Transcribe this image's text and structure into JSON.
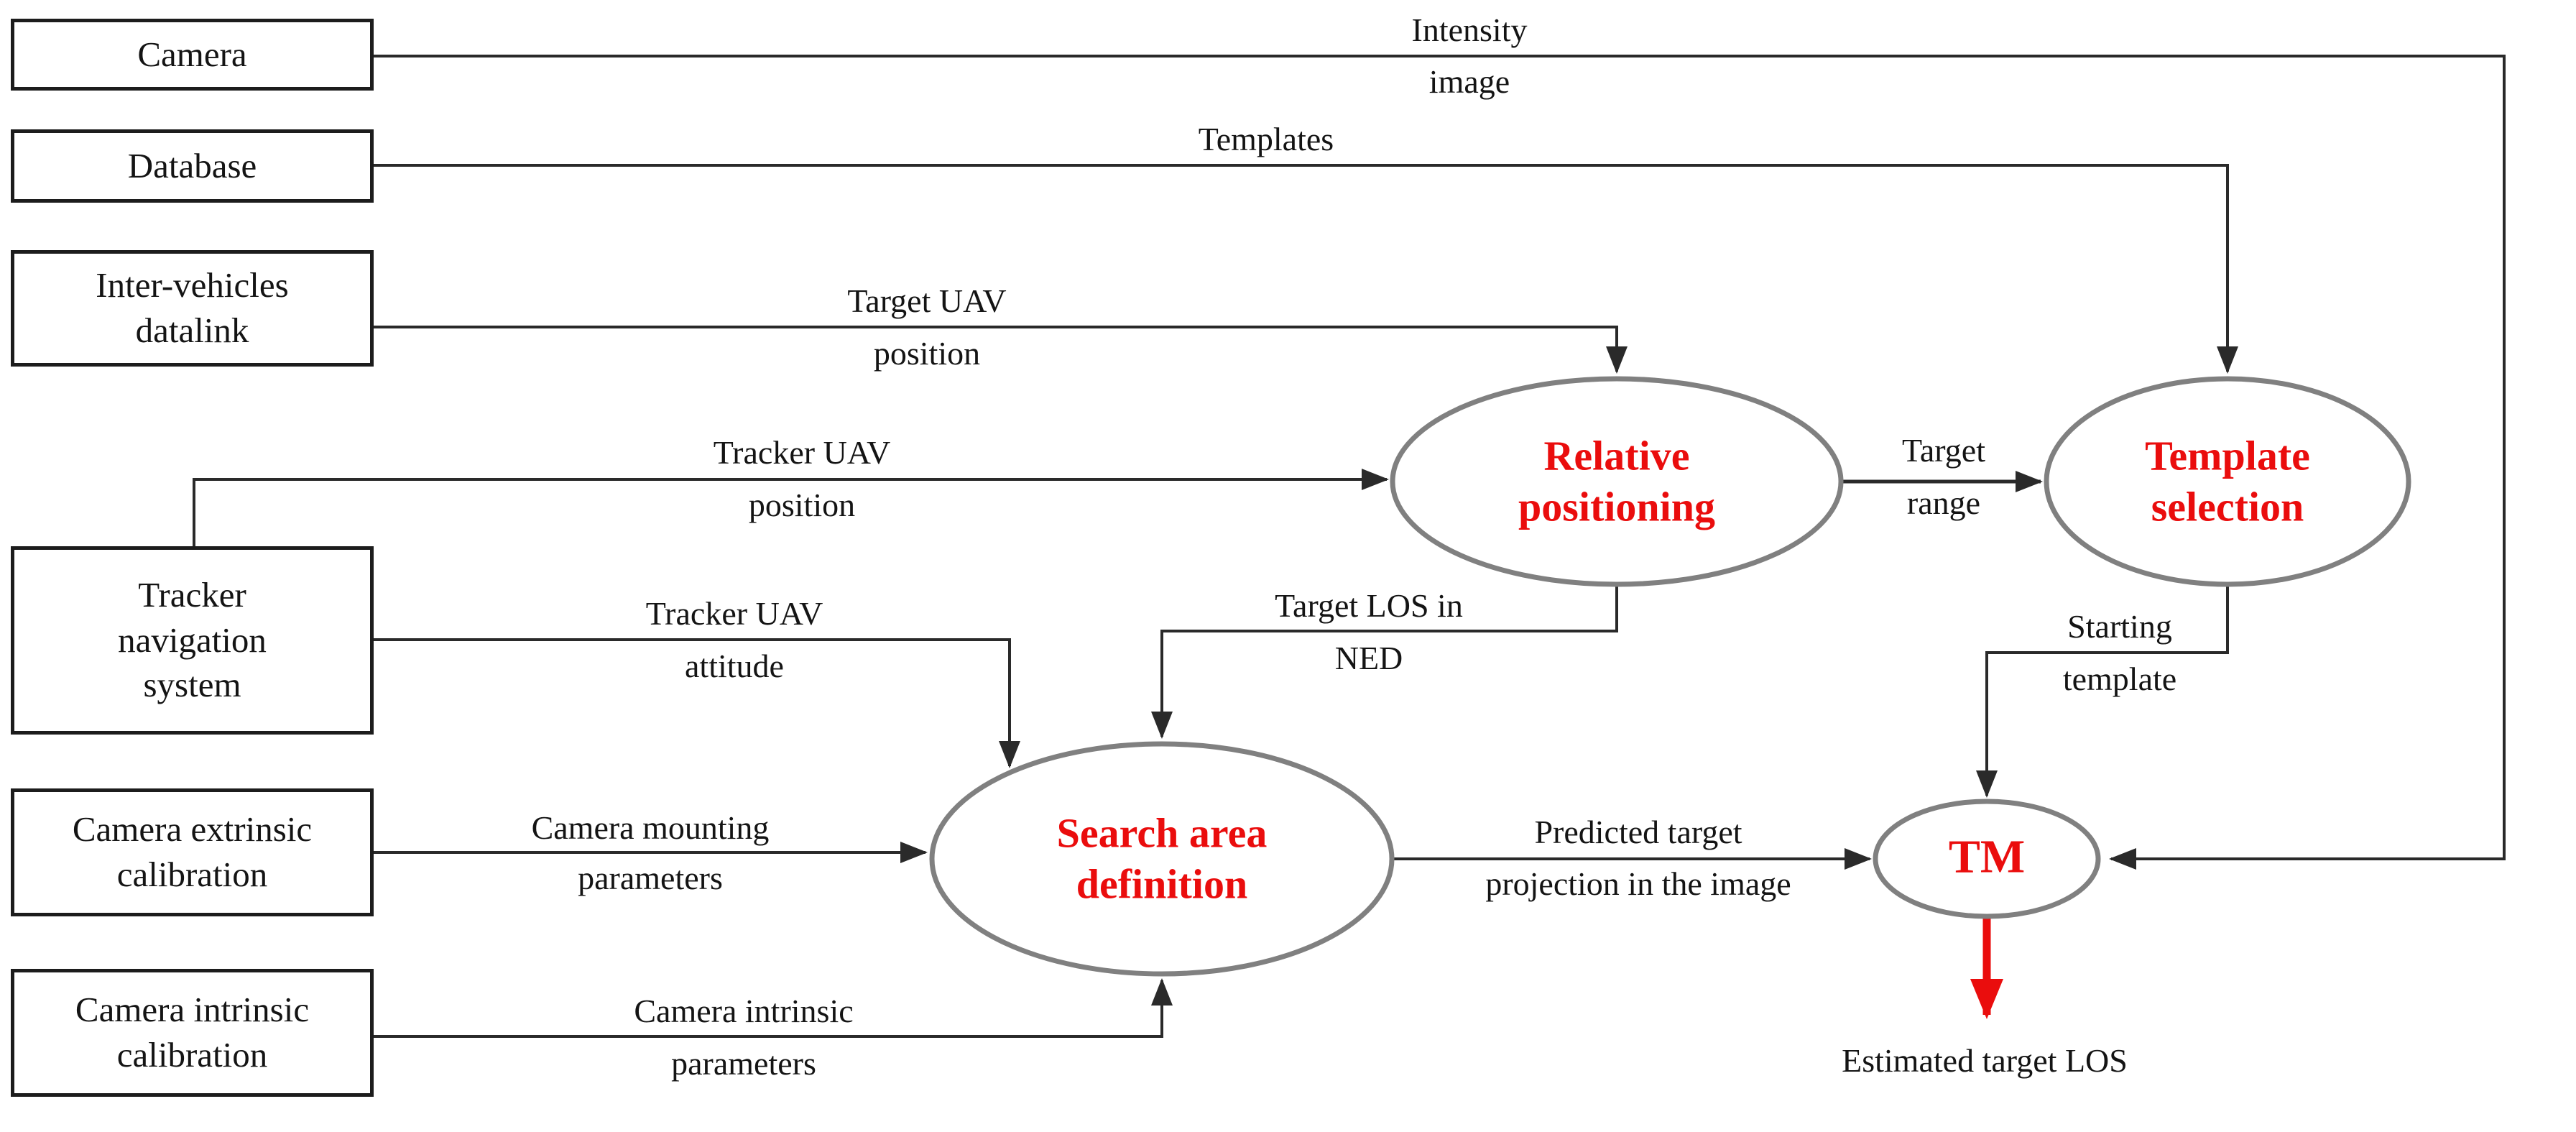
{
  "colors": {
    "accent_red": "#ea0d0d",
    "line_color": "#2a2a2a",
    "box_border": "#1c1c1c",
    "ellipse_stroke": "#808080"
  },
  "nodes": {
    "camera": {
      "label": "Camera"
    },
    "database": {
      "label": "Database"
    },
    "intervehicles": {
      "line1": "Inter-vehicles",
      "line2": "datalink"
    },
    "tracker_nav": {
      "line1": "Tracker",
      "line2": "navigation",
      "line3": "system"
    },
    "cam_extrinsic": {
      "line1": "Camera extrinsic",
      "line2": "calibration"
    },
    "cam_intrinsic": {
      "line1": "Camera intrinsic",
      "line2": "calibration"
    }
  },
  "processes": {
    "relative_positioning": {
      "line1": "Relative",
      "line2": "positioning"
    },
    "template_selection": {
      "line1": "Template",
      "line2": "selection"
    },
    "search_area": {
      "line1": "Search area",
      "line2": "definition"
    },
    "tm": {
      "label": "TM"
    }
  },
  "edge_labels": {
    "intensity_image": {
      "line1": "Intensity",
      "line2": "image"
    },
    "templates": {
      "label": "Templates"
    },
    "target_uav_position": {
      "line1": "Target UAV",
      "line2": "position"
    },
    "tracker_uav_position": {
      "line1": "Tracker UAV",
      "line2": "position"
    },
    "tracker_uav_attitude": {
      "line1": "Tracker UAV",
      "line2": "attitude"
    },
    "target_los_ned": {
      "line1": "Target LOS in",
      "line2": "NED"
    },
    "target_range": {
      "line1": "Target",
      "line2": "range"
    },
    "starting_template": {
      "line1": "Starting",
      "line2": "template"
    },
    "camera_mounting": {
      "line1": "Camera mounting",
      "line2": "parameters"
    },
    "camera_intrinsic_params": {
      "line1": "Camera intrinsic",
      "line2": "parameters"
    },
    "predicted_projection": {
      "line1": "Predicted target",
      "line2": "projection in the image"
    },
    "estimated_target_los": {
      "label": "Estimated target LOS"
    }
  }
}
